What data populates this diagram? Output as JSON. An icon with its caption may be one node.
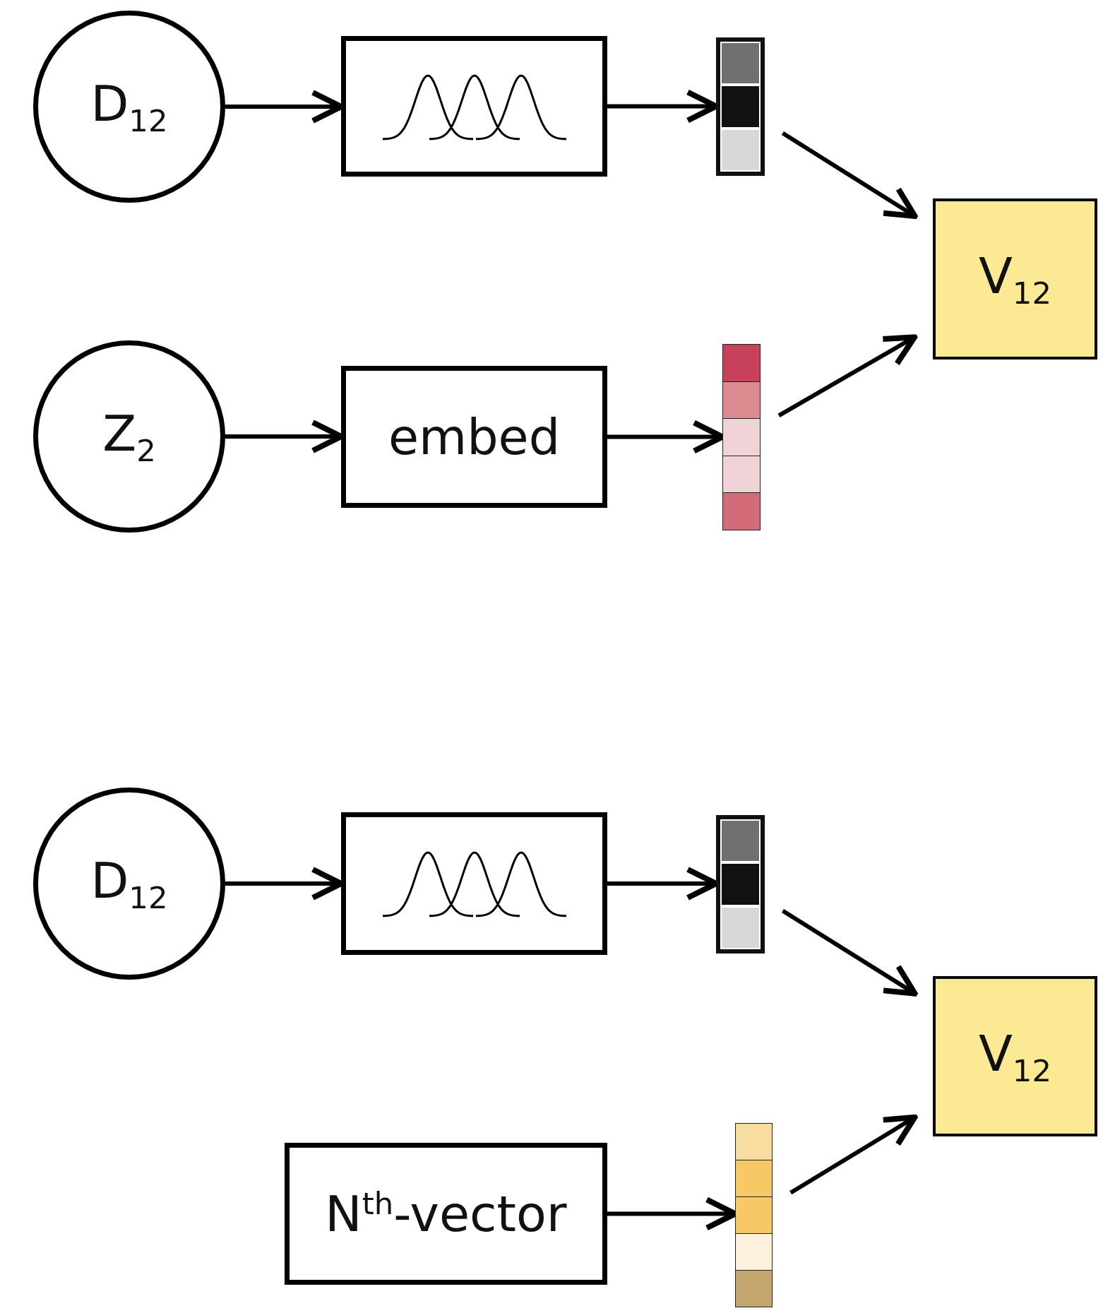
{
  "diagram": {
    "nodes": [
      {
        "text": [
          "D$_{12}$"
        ]
      },
      {
        "text": [],
        "shape": "picture"
      },
      {
        "text": [],
        "shape": "bar"
      },
      {
        "text": [
          "Z$_{2}$"
        ]
      },
      {
        "text": [
          "embed"
        ]
      },
      {
        "text": [],
        "shape": "bar"
      },
      {
        "text": [
          "V$_{12}$"
        ]
      },
      {
        "text": [
          "D$_{12}$"
        ]
      },
      {
        "text": [],
        "shape": "picture"
      },
      {
        "text": [],
        "shape": "bar"
      },
      {
        "text": [
          "N$^{th}$-vector"
        ]
      },
      {
        "text": [],
        "shape": "bar"
      },
      {
        "text": [
          "V$_{12}$"
        ]
      }
    ],
    "edges": [
      {
        "from": 0,
        "to": 1,
        "arrow": "to"
      },
      {
        "from": 1,
        "to": 2,
        "arrow": "to"
      },
      {
        "from": 2,
        "to": 6,
        "arrow": "to"
      },
      {
        "from": 3,
        "to": 4,
        "arrow": "to"
      },
      {
        "from": 4,
        "to": 5,
        "arrow": "to"
      },
      {
        "from": 5,
        "to": 6,
        "arrow": "to"
      },
      {
        "from": 7,
        "to": 8,
        "arrow": "to"
      },
      {
        "from": 8,
        "to": 9,
        "arrow": "to"
      },
      {
        "from": 9,
        "to": 12,
        "arrow": "to"
      },
      {
        "from": 10,
        "to": 11,
        "arrow": "to"
      },
      {
        "from": 11,
        "to": 12,
        "arrow": "to"
      }
    ]
  }
}
